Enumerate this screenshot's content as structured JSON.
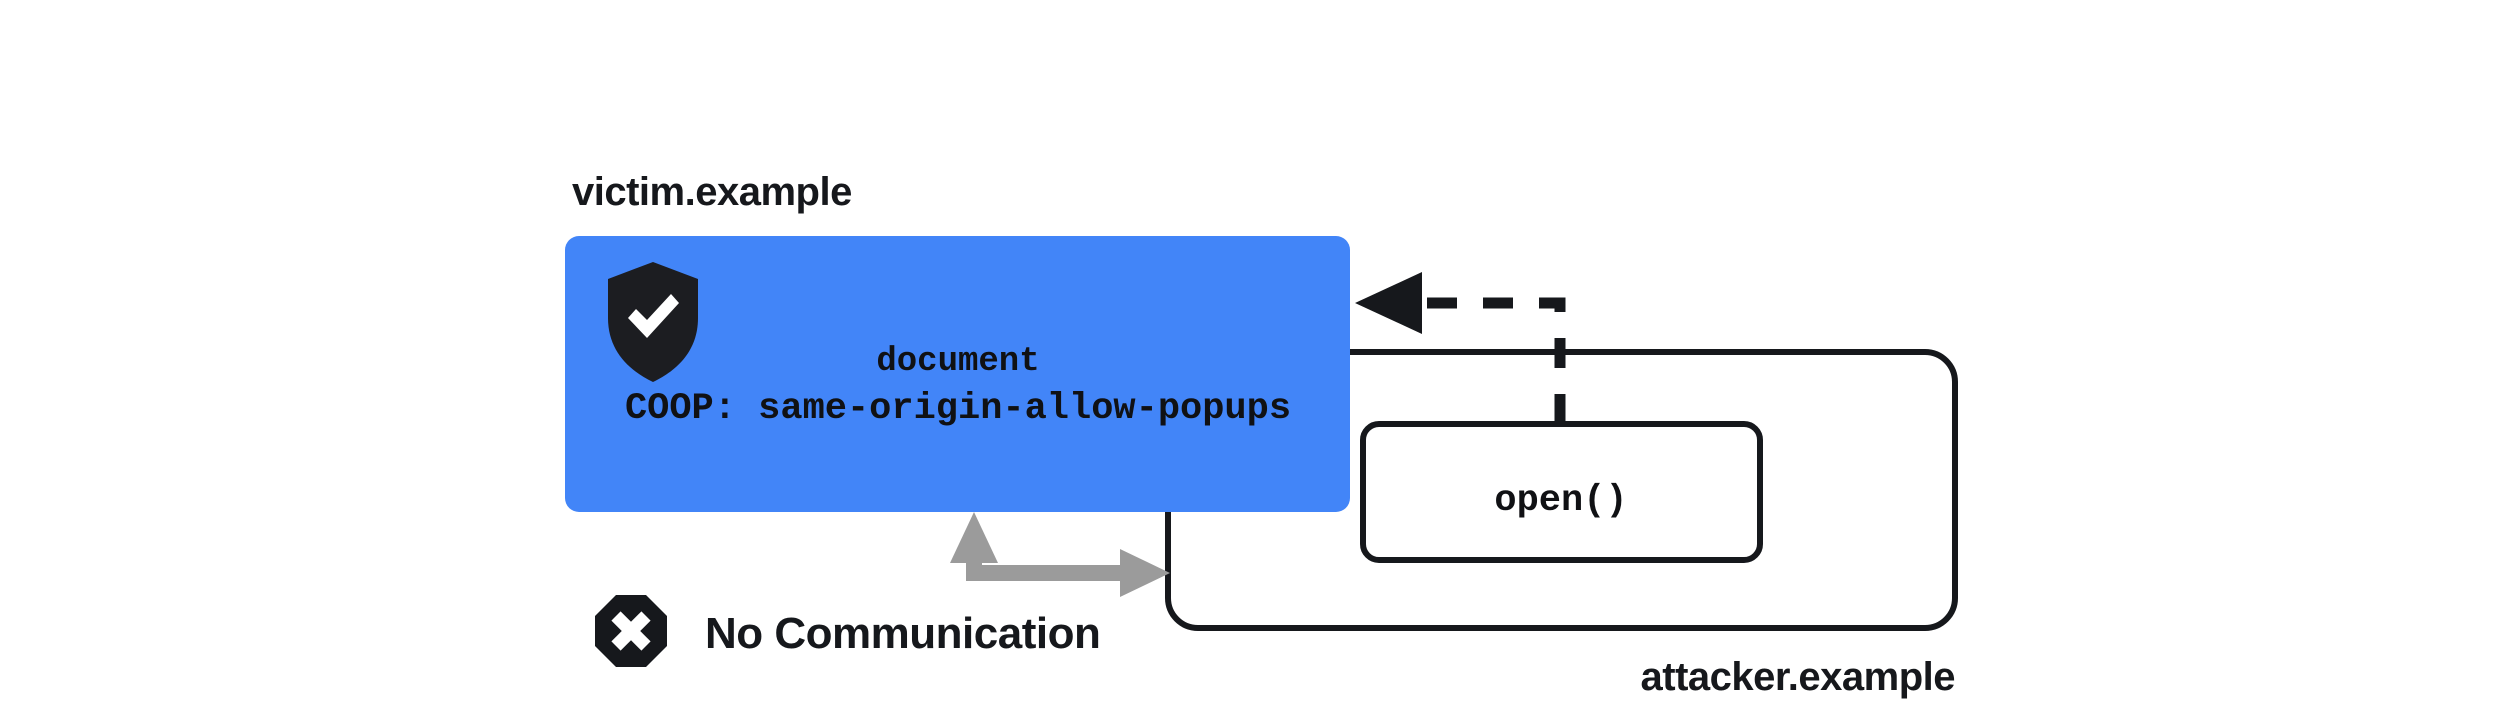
{
  "diagram": {
    "title_text_victim": "victim.example",
    "title_text_attacker": "attacker.example",
    "colors": {
      "victim_panel_blue": "#4285f8",
      "ink_black": "#16181c",
      "gray_arrow": "#9b9b9b",
      "white": "#ffffff"
    },
    "victim": {
      "label": "victim.example",
      "shield_icon": "shield-check-icon",
      "document_label": "document",
      "coop_header": "COOP: same-origin-allow-popups"
    },
    "attacker": {
      "label": "attacker.example",
      "open_call_label": "open()"
    },
    "relations": {
      "no_communication_label": "No Communication",
      "no_communication_icon": "octagon-x-icon",
      "open_arrow_icon": "dashed-arrow-left-icon",
      "blocked_arrow_icon": "gray-elbow-double-arrow-icon"
    }
  }
}
